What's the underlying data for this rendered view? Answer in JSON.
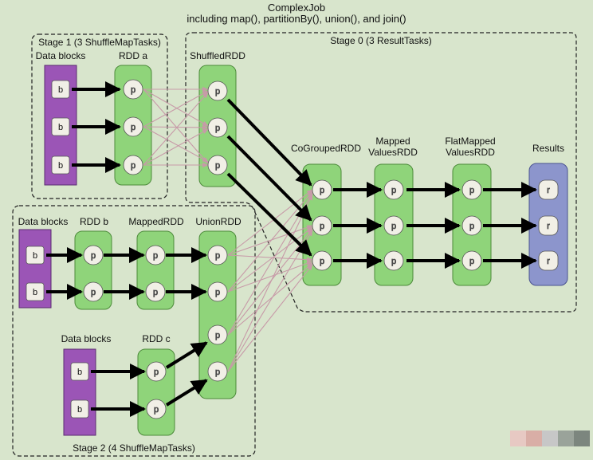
{
  "title": {
    "line1": "ComplexJob",
    "line2": "including map(), partitionBy(), union(), and join()"
  },
  "stages": {
    "stage1": "Stage 1 (3 ShuffleMapTasks)",
    "stage0": "Stage 0 (3 ResultTasks)",
    "stage2": "Stage 2 (4 ShuffleMapTasks)"
  },
  "labels": {
    "data_blocks_a": "Data blocks",
    "rdd_a": "RDD a",
    "shuffled_rdd": "ShuffledRDD",
    "cogrouped_rdd": "CoGroupedRDD",
    "mapped_values_1": "Mapped",
    "mapped_values_2": "ValuesRDD",
    "flatmapped_values_1": "FlatMapped",
    "flatmapped_values_2": "ValuesRDD",
    "results": "Results",
    "data_blocks_b": "Data blocks",
    "rdd_b": "RDD b",
    "mapped_rdd": "MappedRDD",
    "union_rdd": "UnionRDD",
    "data_blocks_c": "Data blocks",
    "rdd_c": "RDD c"
  },
  "node_letters": {
    "block": "b",
    "partition": "p",
    "result": "r"
  },
  "colors": {
    "background": "#d8e5cc",
    "rdd_fill": "#8fd47a",
    "rdd_stroke": "#4c8a3a",
    "block_fill": "#9b55b6",
    "result_fill": "#8c95cc",
    "shuffle_arrow": "#c79aa8",
    "dash": "#222222"
  }
}
